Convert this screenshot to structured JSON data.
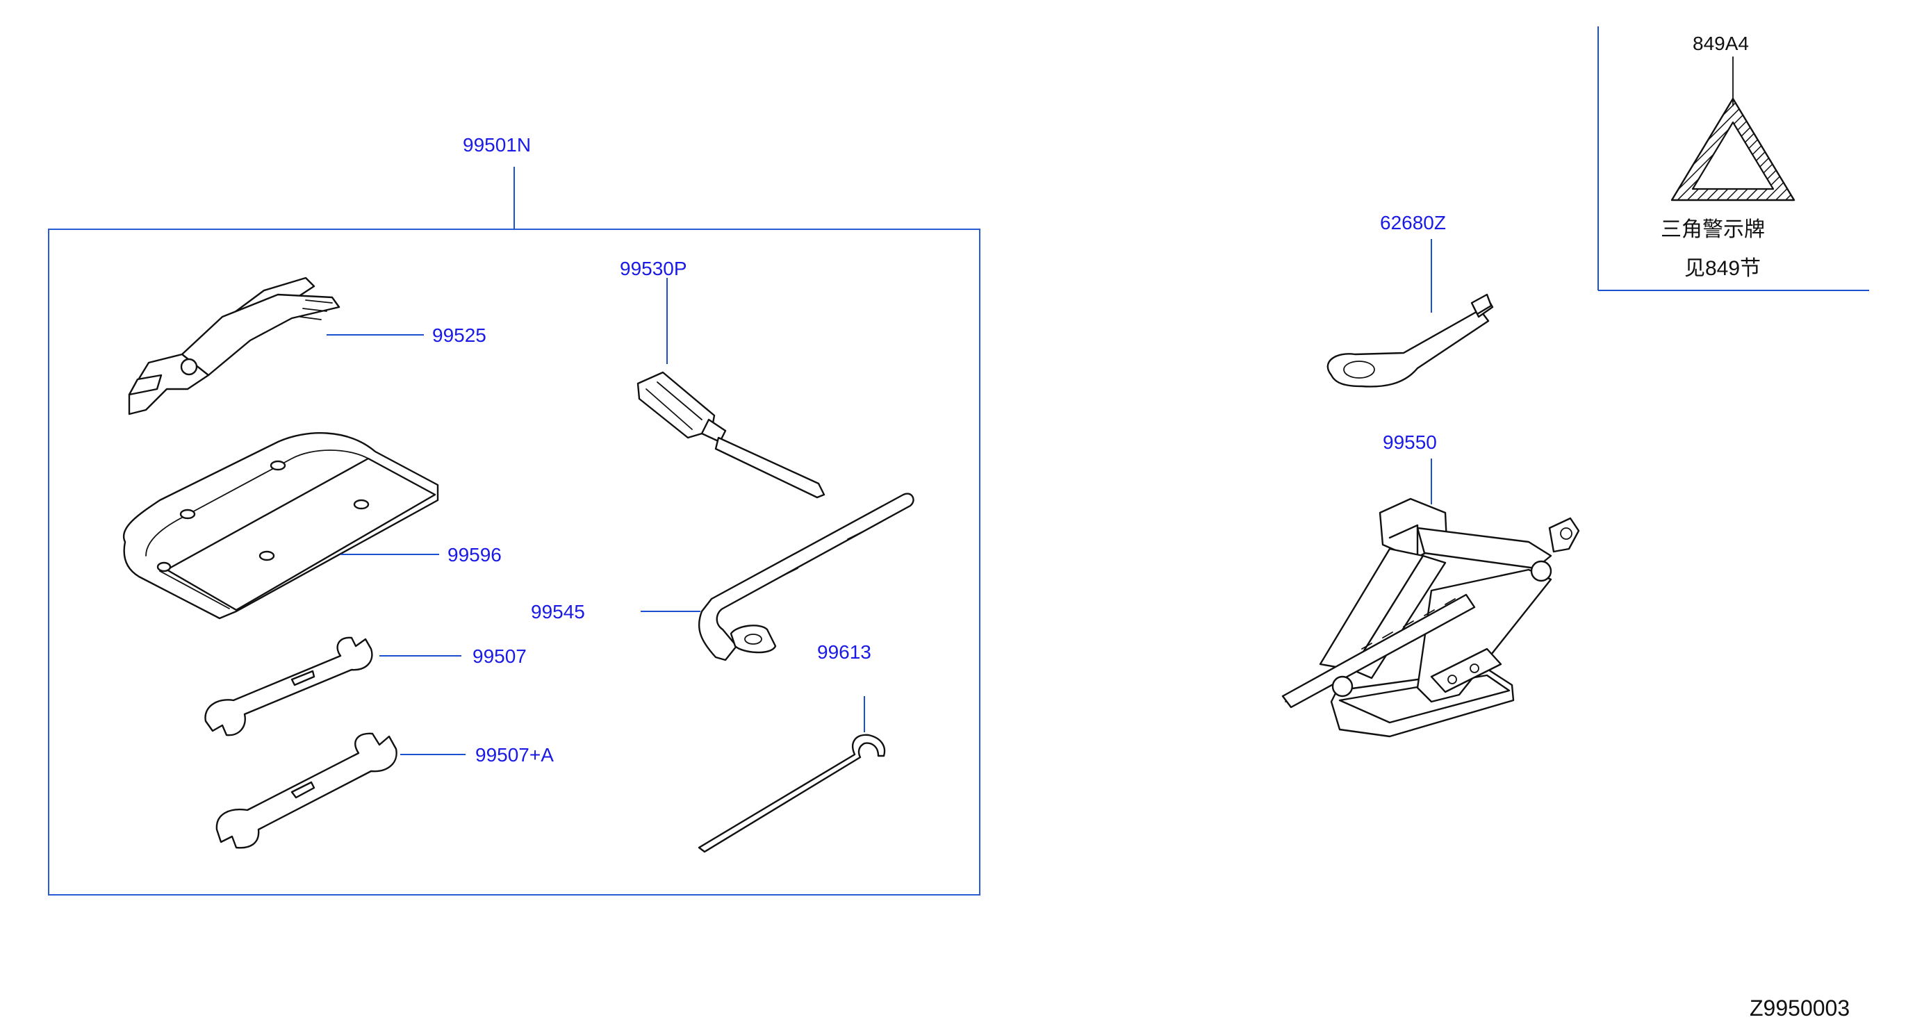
{
  "diagram": {
    "group_code": "99501N",
    "parts": {
      "pliers": "99525",
      "tool_bag": "99596",
      "wrench_small": "99507",
      "wrench_large": "99507+A",
      "screwdriver": "99530P",
      "wheel_wrench": "99545",
      "jack_handle": "99613",
      "tow_hook": "62680Z",
      "jack": "99550"
    },
    "warning_triangle": {
      "code": "849A4",
      "name": "三角警示牌",
      "see_section": "见849节"
    },
    "figure_id": "Z9950003"
  }
}
